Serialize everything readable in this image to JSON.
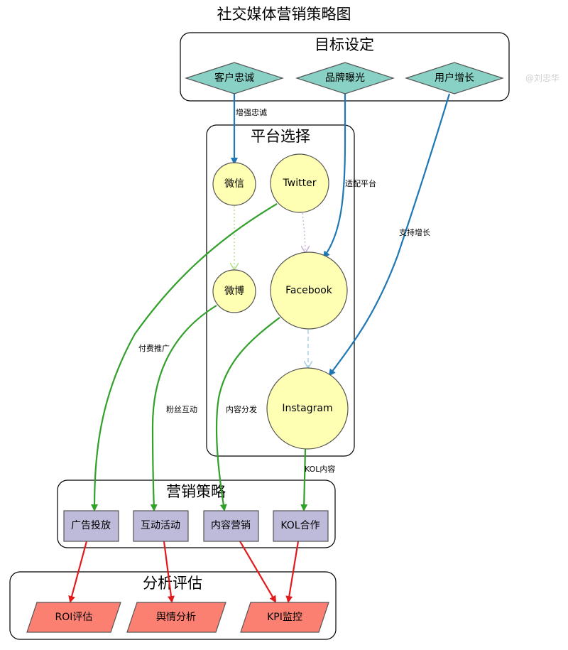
{
  "title": "社交媒体营销策略图",
  "watermark": "@刘忠华",
  "colors": {
    "goal_fill": "#88d1c4",
    "platform_fill": "#ffffb3",
    "strategy_fill": "#bebada",
    "analysis_fill": "#fb8072",
    "edge_blue": "#1f78b4",
    "edge_green": "#33a02c",
    "edge_red": "#e31a1c",
    "edge_purple": "#cab2d6",
    "edge_lightgreen": "#b2df8a",
    "edge_lightblue": "#a6cee3"
  },
  "clusters": {
    "goals": "目标设定",
    "platforms": "平台选择",
    "strategies": "营销策略",
    "analysis": "分析评估"
  },
  "nodes": {
    "goal_loyalty": "客户忠诚",
    "goal_brand": "品牌曝光",
    "goal_growth": "用户增长",
    "plat_wechat": "微信",
    "plat_twitter": "Twitter",
    "plat_weibo": "微博",
    "plat_facebook": "Facebook",
    "plat_instagram": "Instagram",
    "strat_ads": "广告投放",
    "strat_events": "互动活动",
    "strat_content": "内容营销",
    "strat_kol": "KOL合作",
    "ana_roi": "ROI评估",
    "ana_sentiment": "舆情分析",
    "ana_kpi": "KPI监控"
  },
  "edge_labels": {
    "loyalty_wechat": "增强忠诚",
    "brand_facebook": "适配平台",
    "growth_instagram": "支持增长",
    "twitter_ads": "付费推广",
    "weibo_events": "粉丝互动",
    "facebook_content": "内容分发",
    "instagram_kol": "KOL内容"
  }
}
